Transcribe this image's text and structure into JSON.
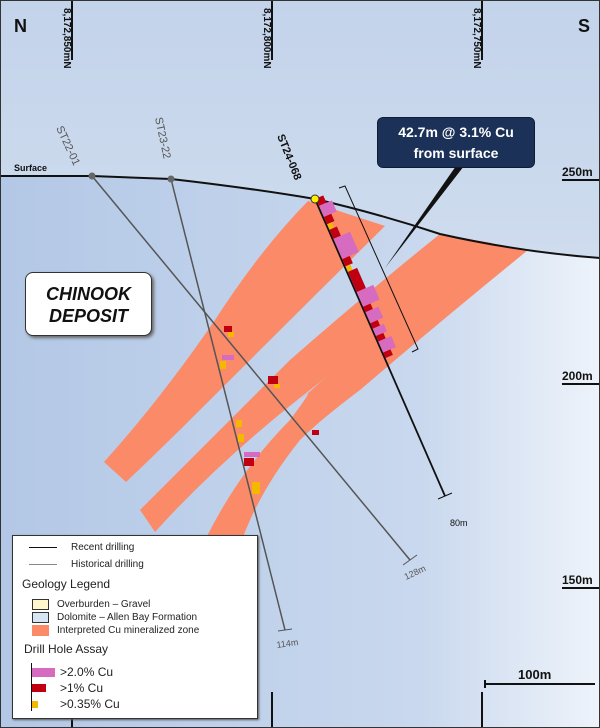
{
  "compass": {
    "left": "N",
    "right": "S"
  },
  "northings": [
    "8,172,850mN",
    "8,172,800mN",
    "8,172,750mN"
  ],
  "elevations": [
    "250m",
    "200m",
    "150m"
  ],
  "surface_label": "Surface",
  "deposit": {
    "line1": "CHINOOK",
    "line2": "DEPOSIT"
  },
  "callout": {
    "line1": "42.7m @ 3.1% Cu",
    "line2": "from surface"
  },
  "holes": [
    {
      "name": "ST22-01",
      "depth": "128m",
      "type": "historical"
    },
    {
      "name": "ST23-22",
      "depth": "114m",
      "type": "historical"
    },
    {
      "name": "ST24-068",
      "depth": "80m",
      "type": "recent"
    }
  ],
  "scale_bar": "100m",
  "legend": {
    "recent": "Recent drilling",
    "historical": "Historical drilling",
    "geology_title": "Geology Legend",
    "geology": [
      {
        "label": "Overburden – Gravel",
        "color": "#fff8cc"
      },
      {
        "label": "Dolomite – Allen Bay Formation",
        "color": "#d6e6f5"
      },
      {
        "label": "Interpreted Cu mineralized zone",
        "color": "#fb8a68"
      }
    ],
    "assay_title": "Drill Hole Assay",
    "assay": [
      {
        "label": ">2.0% Cu",
        "color": "#d66bc0"
      },
      {
        "label": ">1% Cu",
        "color": "#c00010"
      },
      {
        "label": ">0.35% Cu",
        "color": "#f5b800"
      }
    ]
  }
}
